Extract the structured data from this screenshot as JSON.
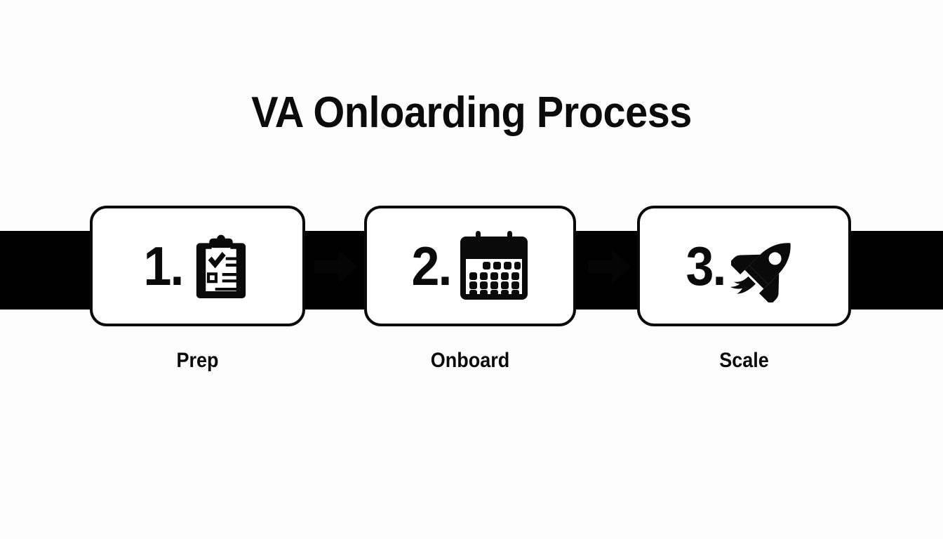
{
  "slide": {
    "title": "VA Onloarding Process",
    "background_color": "#fdfdfd",
    "ink_color": "#0a0a0a",
    "band_color": "#000000",
    "card_fill": "#ffffff"
  },
  "connector": {
    "band_name": "horizontal-black-band",
    "arrow_1_name": "arrow-right",
    "arrow_2_name": "arrow-right"
  },
  "steps": [
    {
      "number": "1.",
      "label": "Prep",
      "icon": "clipboard-checklist-icon"
    },
    {
      "number": "2.",
      "label": "Onboard",
      "icon": "calendar-icon"
    },
    {
      "number": "3.",
      "label": "Scale",
      "icon": "rocket-icon"
    }
  ]
}
